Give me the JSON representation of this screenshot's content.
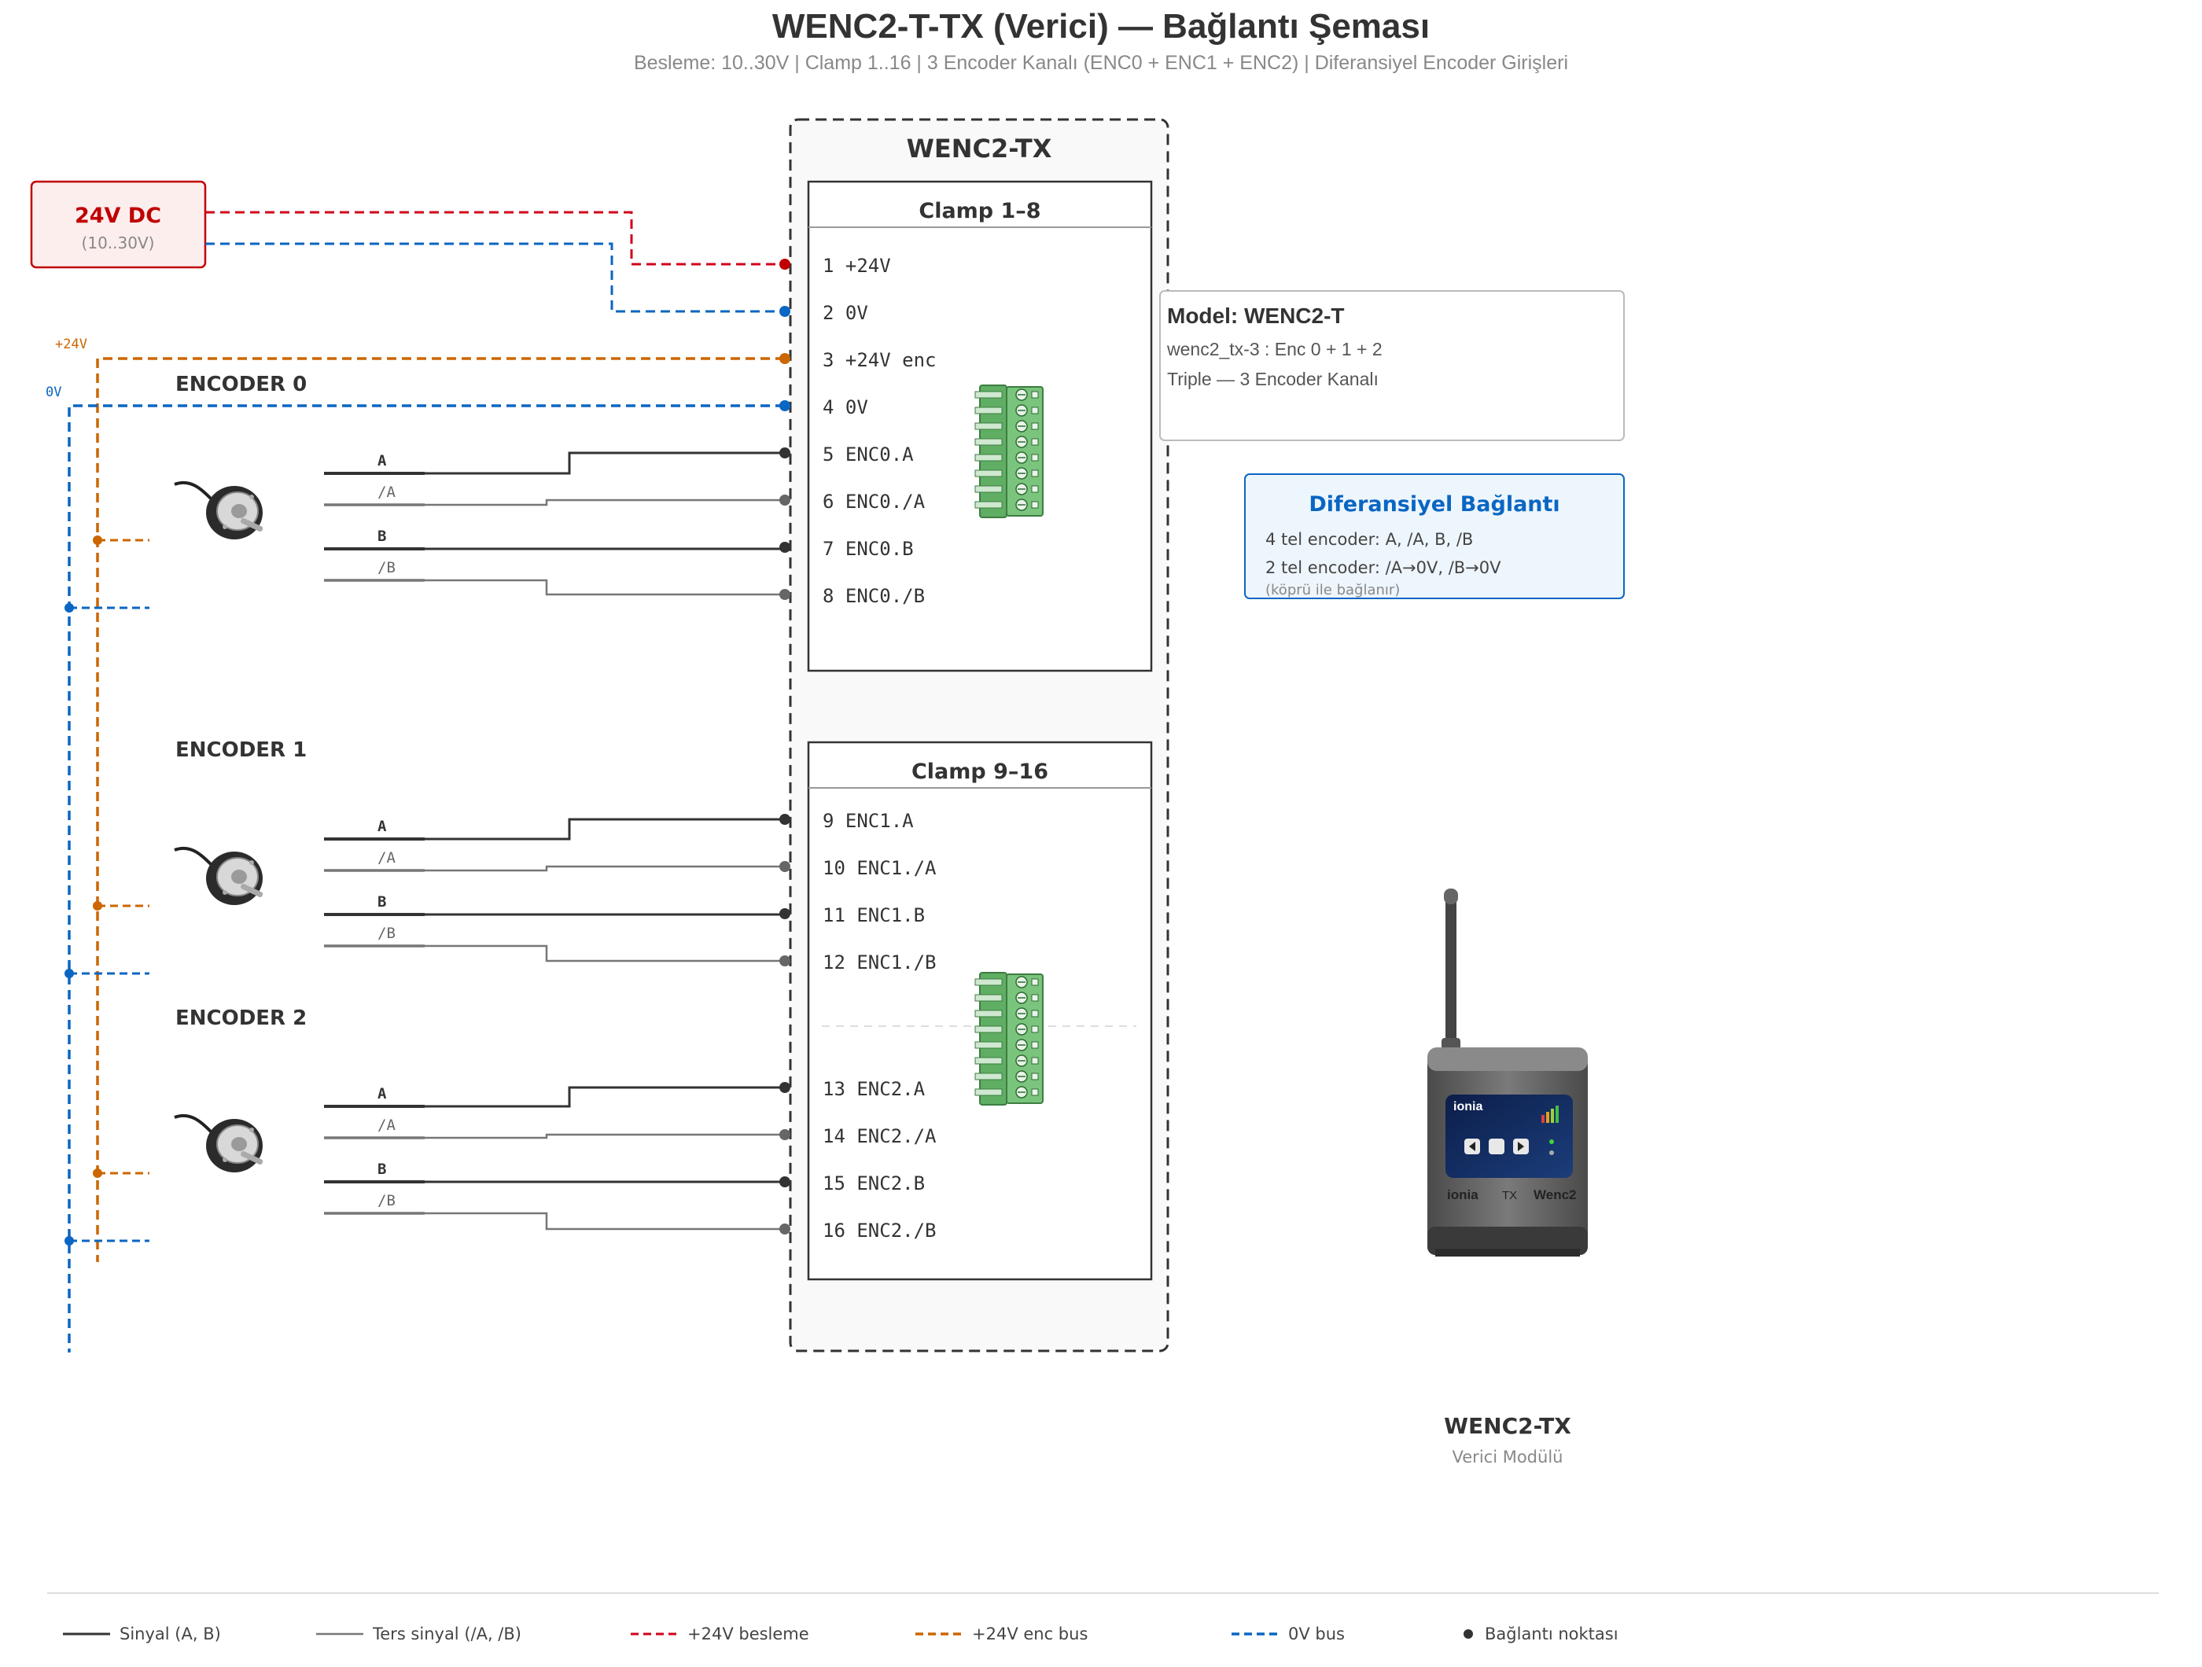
{
  "header": {
    "title": "WENC2-T-TX (Verici) — Bağlantı Şeması",
    "subtitle": "Besleme: 10..30V | Clamp 1..16 | 3 Encoder Kanalı (ENC0 + ENC1 + ENC2) | Diferansiyel Encoder Girişleri"
  },
  "power": {
    "label": "24V DC",
    "range": "(10..30V)",
    "bus_24v_label": "+24V",
    "bus_0v_label": "0V"
  },
  "module": {
    "title": "WENC2-TX"
  },
  "clamp_groups": [
    {
      "title": "Clamp 1–8",
      "pins": [
        "1 +24V",
        "2 0V",
        "3 +24V enc",
        "4 0V",
        "5 ENC0.A",
        "6 ENC0./A",
        "7 ENC0.B",
        "8 ENC0./B"
      ]
    },
    {
      "title": "Clamp 9–16",
      "pins": [
        "9 ENC1.A",
        "10 ENC1./A",
        "11 ENC1.B",
        "12 ENC1./B",
        "13 ENC2.A",
        "14 ENC2./A",
        "15 ENC2.B",
        "16 ENC2./B"
      ]
    }
  ],
  "encoders": [
    {
      "title": "ENCODER 0",
      "signals": [
        "A",
        "/A",
        "B",
        "/B"
      ]
    },
    {
      "title": "ENCODER 1",
      "signals": [
        "A",
        "/A",
        "B",
        "/B"
      ]
    },
    {
      "title": "ENCODER 2",
      "signals": [
        "A",
        "/A",
        "B",
        "/B"
      ]
    }
  ],
  "model_box": {
    "title": "Model: WENC2-T",
    "line1": "wenc2_tx-3 : Enc 0 + 1 + 2",
    "line2": "Triple — 3 Encoder Kanalı"
  },
  "diff_box": {
    "title": "Diferansiyel Bağlantı",
    "line1": "4 tel encoder: A, /A, B, /B",
    "line2": "2 tel encoder: /A→0V, /B→0V",
    "note": "(köprü ile bağlanır)"
  },
  "device": {
    "brand": "ionia",
    "tx": "TX",
    "product": "Wenc2",
    "name": "WENC2-TX",
    "caption": "Verici Modülü"
  },
  "legend": [
    {
      "label": "Sinyal (A, B)"
    },
    {
      "label": "Ters sinyal (/A, /B)"
    },
    {
      "label": "+24V besleme"
    },
    {
      "label": "+24V enc bus"
    },
    {
      "label": "0V bus"
    },
    {
      "label": "Bağlantı noktası"
    }
  ],
  "colors": {
    "signal": "#333333",
    "inverse": "#777777",
    "supply": "#d0021b",
    "enc_bus": "#cc6600",
    "zero_bus": "#0a66c2",
    "terminal_green": "#6ab86e",
    "diff_title": "#0a66c2"
  }
}
